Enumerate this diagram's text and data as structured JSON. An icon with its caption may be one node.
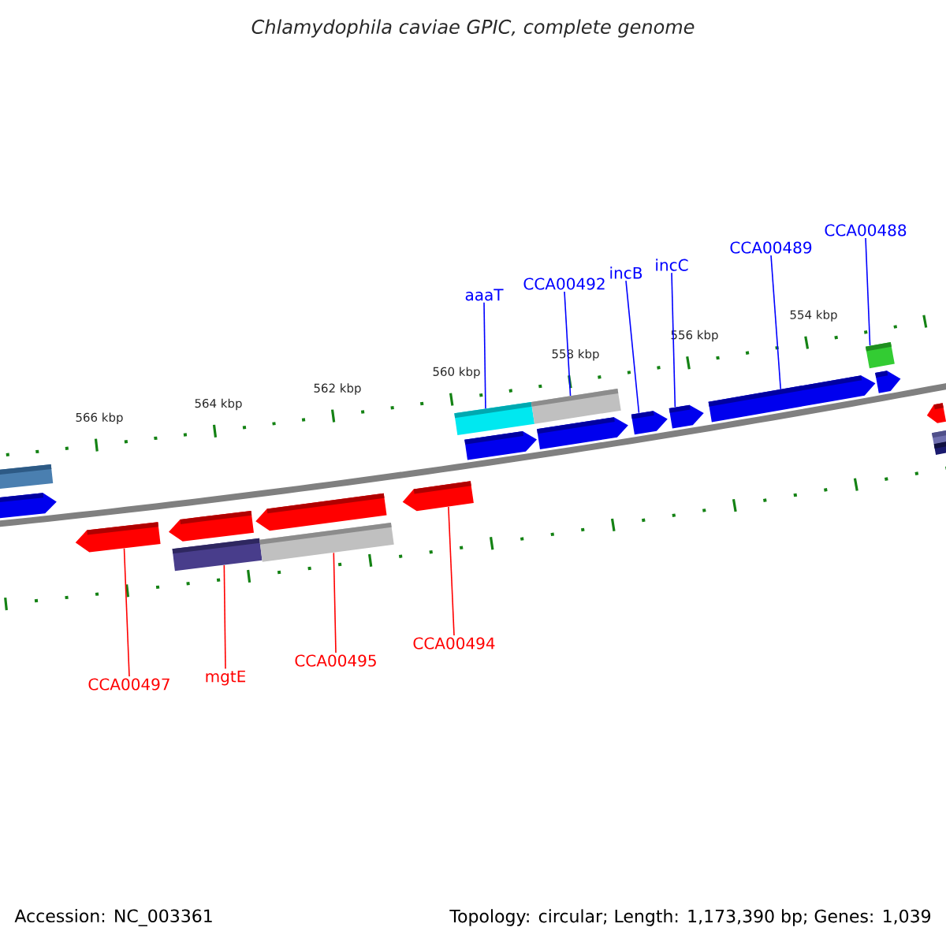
{
  "diagram": {
    "title": "*Chlamydophila caviae* GPIC, complete genome",
    "nodes": [
      {
        "text": [
          "aaaT"
        ]
      },
      {
        "text": [
          "CCA00492"
        ]
      },
      {
        "text": [
          "incB"
        ]
      },
      {
        "text": [
          "incC"
        ]
      },
      {
        "text": [
          "CCA00489"
        ]
      },
      {
        "text": [
          "CCA00488"
        ]
      },
      {
        "text": [],
        "shape": "box"
      },
      {
        "text": [],
        "shape": "box"
      },
      {
        "text": [],
        "shape": "box"
      },
      {
        "text": [],
        "shape": "box"
      },
      {
        "text": [],
        "shape": "arrow"
      },
      {
        "text": [],
        "shape": "arrow"
      },
      {
        "text": [],
        "shape": "arrow"
      },
      {
        "text": [],
        "shape": "arrow"
      },
      {
        "text": [],
        "shape": "arrow"
      },
      {
        "text": [],
        "shape": "arrow"
      },
      {
        "text": [],
        "shape": "arrow"
      },
      {
        "text": [],
        "shape": "arrow"
      },
      {
        "text": [],
        "shape": "arrow"
      },
      {
        "text": [],
        "shape": "arrow"
      },
      {
        "text": [],
        "shape": "arrow"
      },
      {
        "text": [],
        "shape": "arrow"
      },
      {
        "text": [],
        "shape": "box"
      },
      {
        "text": [],
        "shape": "box"
      },
      {
        "text": [],
        "shape": "box"
      },
      {
        "text": [],
        "shape": "box"
      },
      {
        "text": [
          "CCA00497"
        ]
      },
      {
        "text": [
          "mgtE"
        ]
      },
      {
        "text": [
          "CCA00495"
        ]
      },
      {
        "text": [
          "CCA00494"
        ]
      }
    ],
    "edges": [
      {
        "from": 0,
        "to": 7,
        "arrow": "none"
      },
      {
        "from": 1,
        "to": 8,
        "arrow": "none"
      },
      {
        "from": 2,
        "to": 13,
        "arrow": "none"
      },
      {
        "from": 3,
        "to": 14,
        "arrow": "none"
      },
      {
        "from": 4,
        "to": 15,
        "arrow": "none"
      },
      {
        "from": 5,
        "to": 9,
        "arrow": "none"
      },
      {
        "from": 26,
        "to": 17,
        "arrow": "none",
        "color": "#ff0000"
      },
      {
        "from": 27,
        "to": 22,
        "arrow": "none",
        "color": "#ff0000"
      },
      {
        "from": 28,
        "to": 23,
        "arrow": "none",
        "color": "#ff0000"
      },
      {
        "from": 29,
        "to": 20,
        "arrow": "none",
        "color": "#ff0000"
      }
    ],
    "labels": [
      "566 kbp",
      "564 kbp",
      "562 kbp",
      "560 kbp",
      "558 kbp",
      "556 kbp",
      "554 kbp",
      "Accession: NC_003361",
      "Topology: circular; Length: 1,173,390 bp; Genes: 1,039"
    ]
  }
}
